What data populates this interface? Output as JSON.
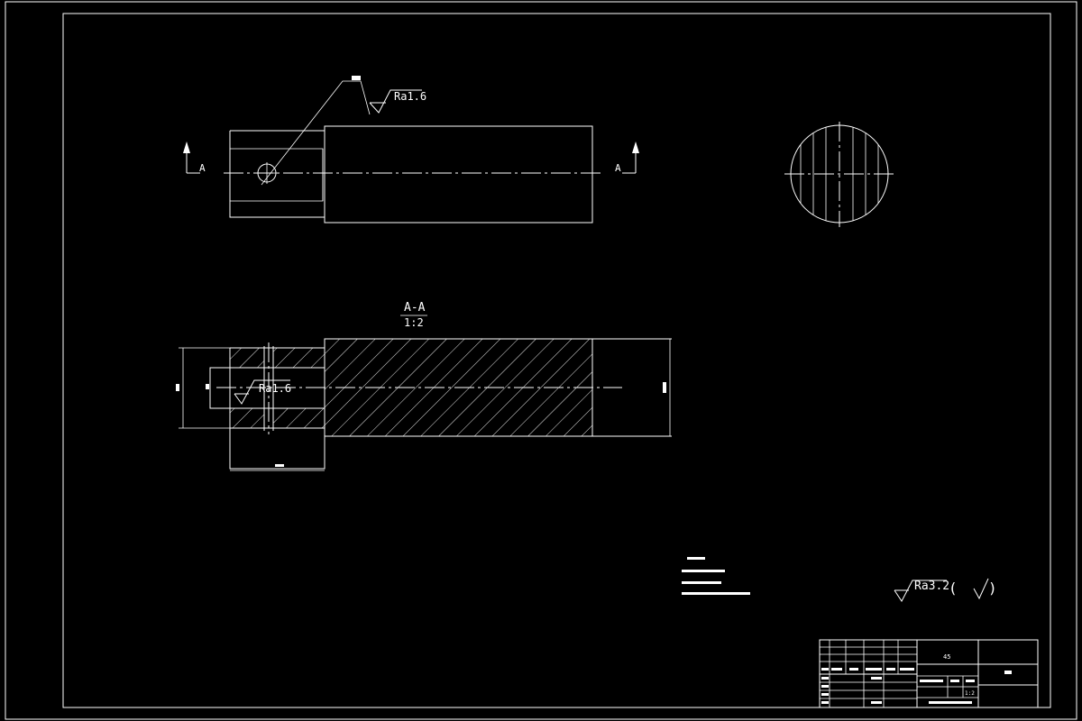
{
  "colors": {
    "background": "#000000",
    "stroke": "#ffffff"
  },
  "view_labels": {
    "section_left": "A",
    "section_right": "A"
  },
  "surface_finish": {
    "top": "Ra1.6",
    "section": "Ra1.6",
    "general": "Ra3.2",
    "general_paren_open": "(",
    "general_paren_close": ")"
  },
  "section_view": {
    "title": "A-A",
    "scale": "1:2"
  },
  "title_block": {
    "material": "45",
    "scale": "1:2"
  }
}
